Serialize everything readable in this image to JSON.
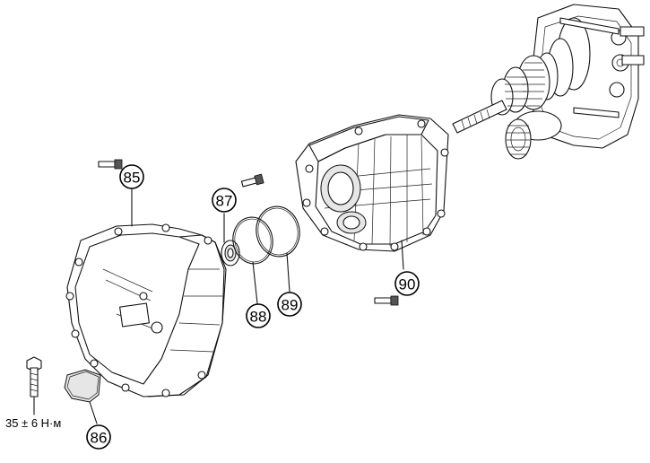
{
  "callouts": {
    "c85": "85",
    "c86": "86",
    "c87": "87",
    "c88": "88",
    "c89": "89",
    "c90": "90"
  },
  "torque_label": "35 ± 6 Н·м"
}
